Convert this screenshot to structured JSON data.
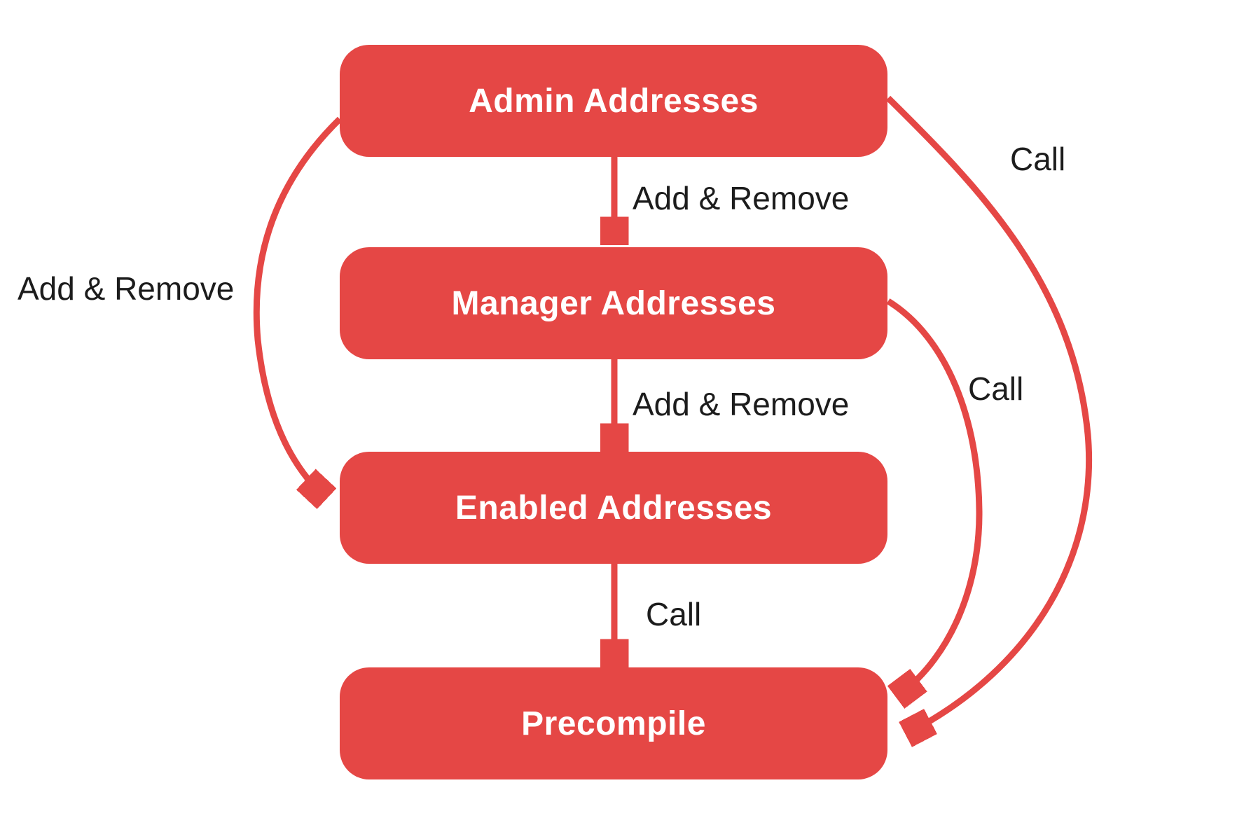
{
  "diagram": {
    "type": "flowchart",
    "background": "#FFFFFF",
    "colors": {
      "node_fill": "#E54745",
      "arrow": "#E54745",
      "node_text": "#FFFFFF",
      "label_text": "#1C1C1C"
    },
    "nodes": [
      {
        "id": "admin",
        "label": "Admin Addresses"
      },
      {
        "id": "manager",
        "label": "Manager Addresses"
      },
      {
        "id": "enabled",
        "label": "Enabled Addresses"
      },
      {
        "id": "precompile",
        "label": "Precompile"
      }
    ],
    "edges": [
      {
        "from": "admin",
        "to": "manager",
        "label": "Add & Remove",
        "shape": "straight-down"
      },
      {
        "from": "manager",
        "to": "enabled",
        "label": "Add & Remove",
        "shape": "straight-down"
      },
      {
        "from": "enabled",
        "to": "precompile",
        "label": "Call",
        "shape": "straight-down"
      },
      {
        "from": "admin",
        "to": "enabled",
        "label": "Add & Remove",
        "shape": "curve-left"
      },
      {
        "from": "manager",
        "to": "precompile",
        "label": "Call",
        "shape": "curve-right-inner"
      },
      {
        "from": "admin",
        "to": "precompile",
        "label": "Call",
        "shape": "curve-right-outer"
      }
    ]
  }
}
